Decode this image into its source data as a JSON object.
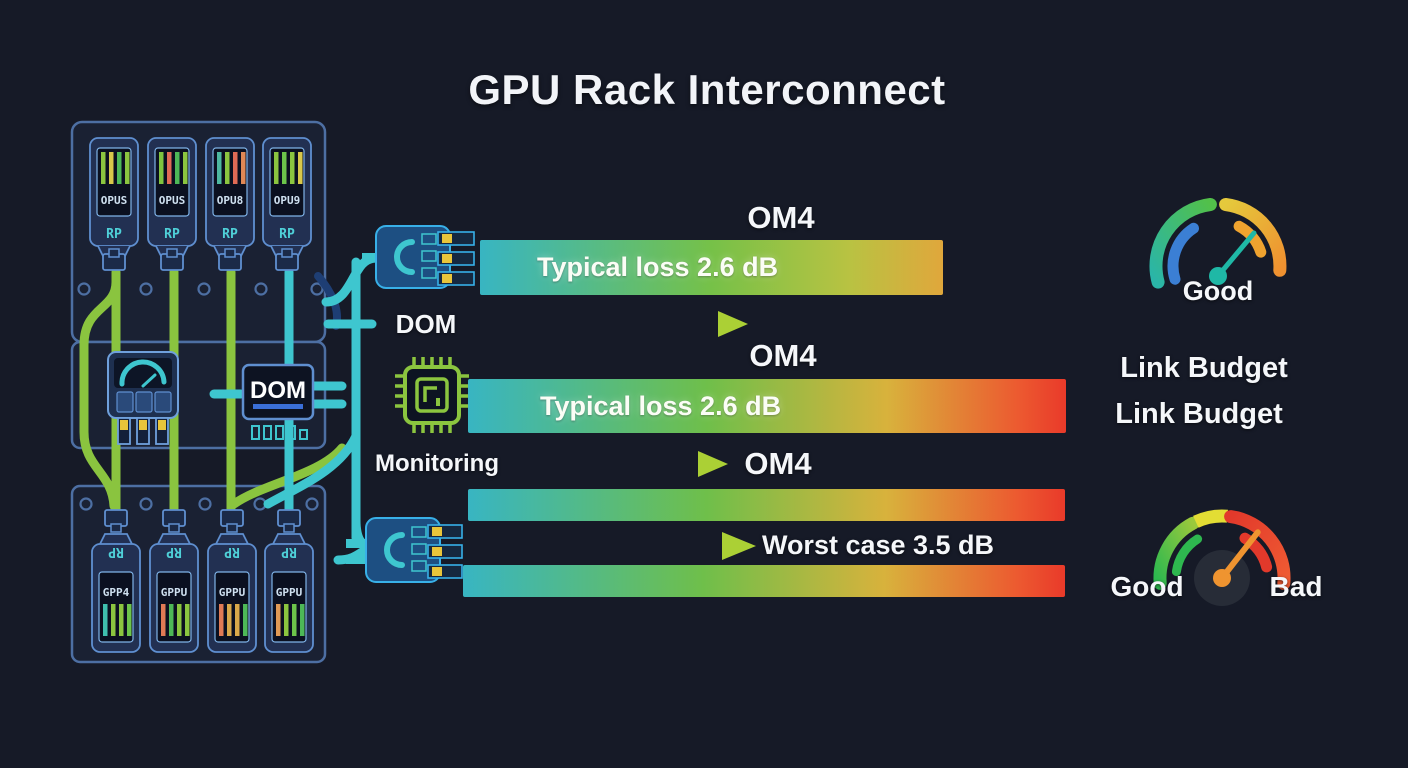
{
  "title": "GPU Rack Interconnect",
  "rack": {
    "top_modules": [
      {
        "label": "OPUS",
        "port": "RP",
        "bars": [
          "#8bc53f",
          "#d8c84a",
          "#4db857",
          "#8bc53f"
        ]
      },
      {
        "label": "OPUS",
        "port": "RP",
        "bars": [
          "#7fc43f",
          "#e06a55",
          "#4db857",
          "#8bc53f"
        ]
      },
      {
        "label": "OPU8",
        "port": "RP",
        "bars": [
          "#4db8a0",
          "#8bc53f",
          "#e06a55",
          "#e08855"
        ]
      },
      {
        "label": "OPU9",
        "port": "RP",
        "bars": [
          "#8bc53f",
          "#6cc44a",
          "#8bc53f",
          "#d8c84a"
        ]
      }
    ],
    "dom_unit": {
      "label": "DOM"
    },
    "bottom_modules": [
      {
        "label": "GPP4",
        "port": "RP",
        "bars": [
          "#3fbfae",
          "#8bc53f",
          "#8bc53f",
          "#6cc44a"
        ]
      },
      {
        "label": "GPPU",
        "port": "RP",
        "bars": [
          "#e07a55",
          "#4db857",
          "#8bc53f",
          "#8bc53f"
        ]
      },
      {
        "label": "GPPU",
        "port": "RP",
        "bars": [
          "#e07a55",
          "#d8a84a",
          "#d8a84a",
          "#4db857"
        ]
      },
      {
        "label": "GPPU",
        "port": "RP",
        "bars": [
          "#e09a55",
          "#8bc53f",
          "#6cc44a",
          "#4db857"
        ]
      }
    ]
  },
  "flows": {
    "link1": {
      "heading": "OM4",
      "bar_text": "Typical loss 2.6 dB"
    },
    "dom": {
      "label": "DOM"
    },
    "link2": {
      "heading": "OM4",
      "bar_text": "Typical loss 2.6 dB"
    },
    "monitoring": {
      "label": "Monitoring",
      "heading": "OM4"
    },
    "worst": {
      "label": "Worst case 3.5 dB"
    }
  },
  "gauges": {
    "top": {
      "caption": "Good"
    },
    "bottom": {
      "left_caption": "Good",
      "right_caption": "Bad"
    }
  },
  "link_budget": {
    "line1": "Link Budget",
    "line2": "Link Budget"
  },
  "colors": {
    "background": "#161a27",
    "panel_stroke": "#4d6fa3",
    "cable_teal": "#3ec6cf",
    "cable_green": "#8ac43f",
    "bar_teal": "#38b5c2",
    "bar_green": "#6fbf4a",
    "bar_gold": "#e0a73c",
    "bar_red": "#e93a2a",
    "gauge_blue": "#3b7fd4",
    "gauge_orange": "#ef9430",
    "text": "#f5f7fa"
  }
}
